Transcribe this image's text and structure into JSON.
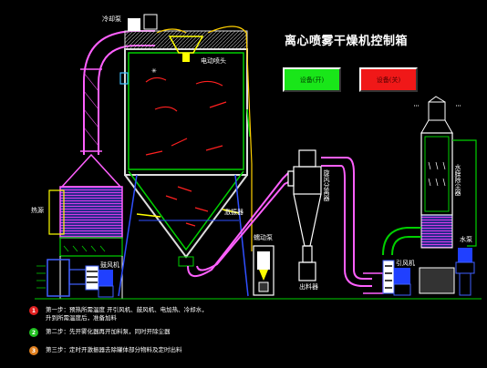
{
  "title": "离心喷雾干燥机控制箱",
  "buttons": {
    "on": "设备(开)",
    "off": "设备(关)"
  },
  "labels": {
    "cold_water_pump": "冷却泵",
    "electric_nozzle": "电动喷头",
    "heater": "热源",
    "fan": "鼓风机",
    "vibrator": "激振器",
    "peristaltic_pump": "蠕动泵",
    "cyclone": "旋风分离器",
    "discharge": "出料器",
    "water_scrubber": "水膜除尘器",
    "induced_fan": "引风机",
    "water_pump": "水泵"
  },
  "steps": [
    {
      "num": "1",
      "color": "#e02020",
      "line1": "第一步：预热所需温度    开引风机、鼓风机、电加热、冷却水，",
      "line2": "升到所需温度后，准备加料"
    },
    {
      "num": "2",
      "color": "#20c020",
      "line1": "第二步：先开雾化器再开加料泵，同时开除尘器",
      "line2": ""
    },
    {
      "num": "3",
      "color": "#e08020",
      "line1": "第三步：定时开激振器去除罐体部分物料及定时出料",
      "line2": ""
    }
  ]
}
